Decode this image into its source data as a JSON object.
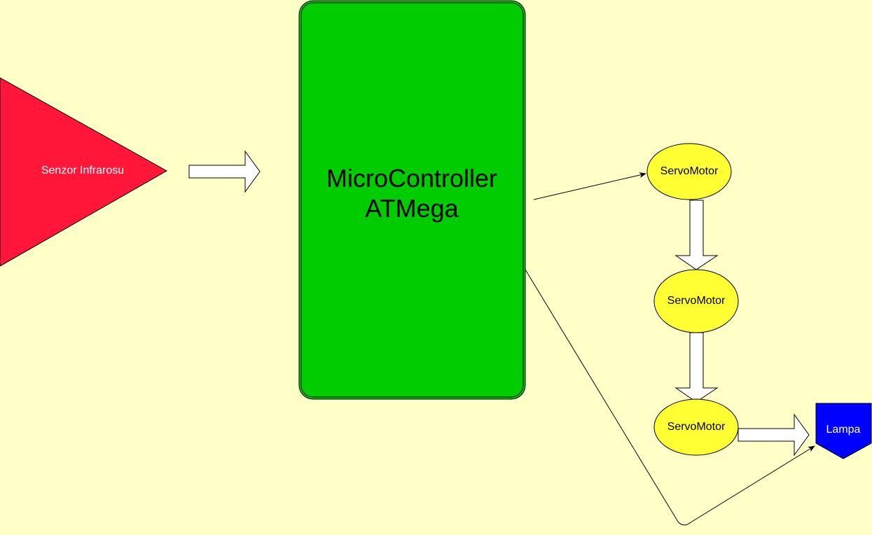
{
  "diagram": {
    "nodes": {
      "sensor": {
        "label": "Senzor Infrarosu",
        "fill": "#ff1639",
        "text_color": "#ffffff"
      },
      "mcu": {
        "line1": "MicroController",
        "line2": "ATMega",
        "fill": "#00cc00",
        "text_color": "#000000"
      },
      "servo1": {
        "label": "ServoMotor",
        "fill": "#ffff33"
      },
      "servo2": {
        "label": "ServoMotor",
        "fill": "#ffff33"
      },
      "servo3": {
        "label": "ServoMotor",
        "fill": "#ffff33"
      },
      "lamp": {
        "label": "Lampa",
        "fill": "#0000ff",
        "text_color": "#ffffff"
      }
    },
    "edges": [
      {
        "from": "sensor",
        "to": "mcu",
        "style": "block-arrow"
      },
      {
        "from": "mcu",
        "to": "servo1",
        "style": "line-arrow"
      },
      {
        "from": "servo1",
        "to": "servo2",
        "style": "block-arrow"
      },
      {
        "from": "servo2",
        "to": "servo3",
        "style": "block-arrow"
      },
      {
        "from": "servo3",
        "to": "lamp",
        "style": "block-arrow"
      },
      {
        "from": "mcu",
        "to": "lamp",
        "style": "line-arrow"
      }
    ],
    "colors": {
      "background": "#ffffc8",
      "stroke": "#000000",
      "block_arrow_fill": "#ffffff"
    }
  }
}
